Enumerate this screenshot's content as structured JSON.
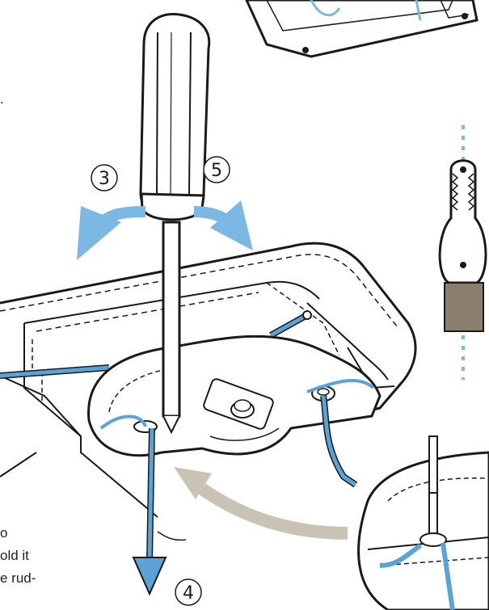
{
  "step_labels": {
    "step3": "3",
    "step5": "5",
    "step4": "4"
  },
  "edge_text": {
    "line1": "o",
    "line2": "old it",
    "line3": "e rud-"
  },
  "colors": {
    "arrow_blue": "#7cb8e4",
    "line_blue": "#5aa3d6",
    "gray_arrow": "#c8c3b5",
    "dark_fill": "#8a7f6e",
    "ink": "#1a1a1a"
  },
  "icons": {
    "screwdriver": "screwdriver-icon",
    "servo_horn": "servo-horn-icon",
    "plate": "mounting-plate-icon"
  }
}
